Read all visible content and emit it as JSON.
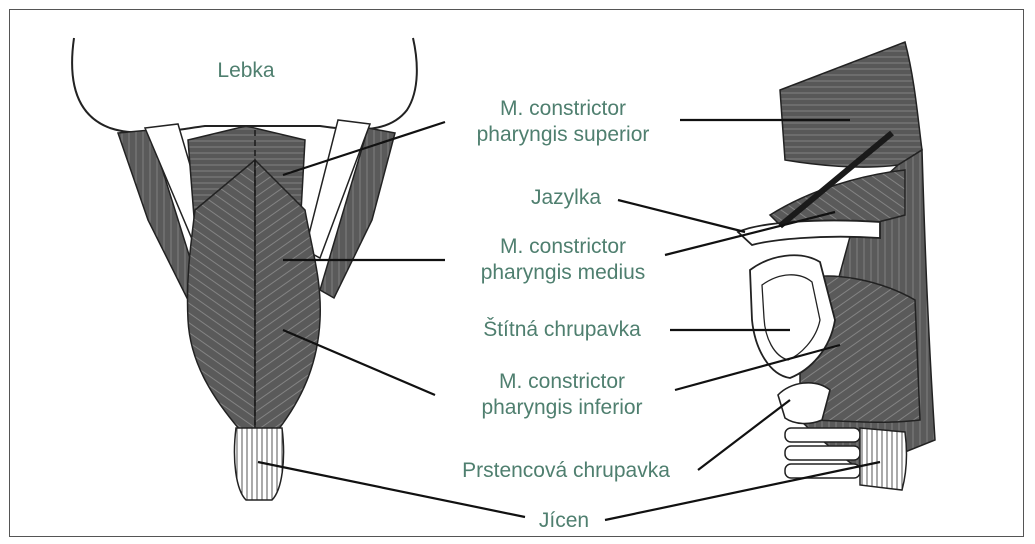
{
  "labels": {
    "lebka": "Lebka",
    "constrictor_superior": [
      "M. constrictor",
      "pharyngis superior"
    ],
    "jazylka": "Jazylka",
    "constrictor_medius": [
      "M. constrictor",
      "pharyngis medius"
    ],
    "stitna_chrupavka": "Štítná chrupavka",
    "constrictor_inferior": [
      "M. constrictor",
      "pharyngis inferior"
    ],
    "prstencova_chrupavka": "Prstencová chrupavka",
    "jicen": "Jícen"
  },
  "colors": {
    "muscle": "#595959",
    "label_text": "#4f7f6f",
    "outline": "#222222",
    "frame": "#555555"
  }
}
